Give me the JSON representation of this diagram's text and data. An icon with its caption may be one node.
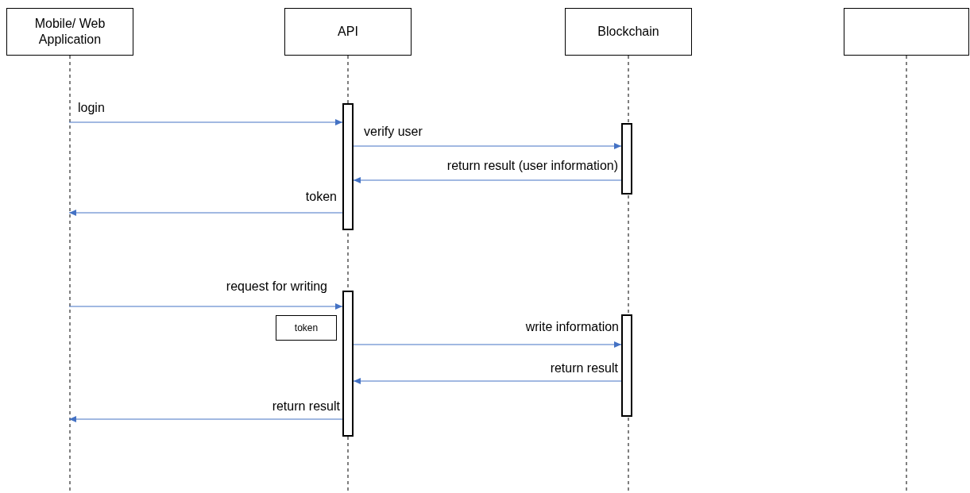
{
  "diagram": {
    "nodes": [
      {
        "text": [
          "Mobile/ Web Application"
        ]
      },
      {
        "text": [
          "API"
        ]
      },
      {
        "text": [
          "Blockchain"
        ]
      },
      {
        "text": [],
        "shape": "box"
      },
      {
        "text": [],
        "shape": "bar"
      },
      {
        "text": [],
        "shape": "bar"
      },
      {
        "text": [],
        "shape": "bar"
      },
      {
        "text": [],
        "shape": "bar"
      },
      {
        "text": [
          "token"
        ]
      }
    ],
    "edges": [
      {
        "from": 0,
        "to": null,
        "arrow": "none",
        "style": "dashed",
        "color": "#000000"
      },
      {
        "from": 1,
        "to": null,
        "arrow": "none",
        "style": "dashed",
        "color": "#000000"
      },
      {
        "from": 2,
        "to": null,
        "arrow": "none",
        "style": "dashed",
        "color": "#000000"
      },
      {
        "from": 3,
        "to": null,
        "arrow": "none",
        "style": "dashed",
        "color": "#000000"
      },
      {
        "from": null,
        "to": 4,
        "arrow": "to",
        "label": "login"
      },
      {
        "from": 4,
        "to": 5,
        "arrow": "to",
        "label": "verify user"
      },
      {
        "from": 5,
        "to": 4,
        "arrow": "to",
        "label": "return result (user information)"
      },
      {
        "from": 4,
        "to": null,
        "arrow": "to",
        "label": "token"
      },
      {
        "from": null,
        "to": 6,
        "arrow": "to",
        "label": "request for writing"
      },
      {
        "from": 6,
        "to": 7,
        "arrow": "to",
        "label": "write information"
      },
      {
        "from": 7,
        "to": 6,
        "arrow": "to",
        "label": "return result"
      },
      {
        "from": 6,
        "to": null,
        "arrow": "to",
        "label": "return result"
      }
    ]
  }
}
